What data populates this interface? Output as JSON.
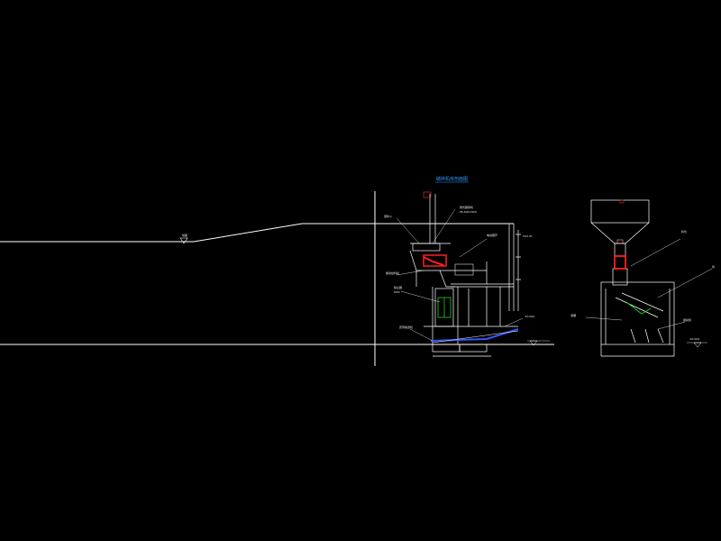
{
  "colors": {
    "background": "#000000",
    "line": "#ffffff",
    "title": "#3399ff",
    "equipment_red": "#ff2020",
    "equipment_green": "#22cc22",
    "conveyor_blue": "#3355ff",
    "grey": "#888888"
  },
  "drawing": {
    "elevation_title": "破碎机房剖面图",
    "labels": {
      "terrain_mark": "地面",
      "hopper_note": "受料斗",
      "crusher_note": "颚式破碎机",
      "crusher_note2": "PE-600×900",
      "right_top_note": "电动葫芦",
      "right_top_note2": "CD1-5t",
      "feeder_note": "振动给料机",
      "mid_note": "除尘器",
      "mid_note2": "DMC",
      "bottom_note": "皮带输送机",
      "elev_mark": "±0.000",
      "side_hopper_note": "料仓",
      "side_screen_note": "筛",
      "side_left_note": "溜槽",
      "side_right_note": "振动筛",
      "side_elev_mark": "±0.000"
    }
  }
}
